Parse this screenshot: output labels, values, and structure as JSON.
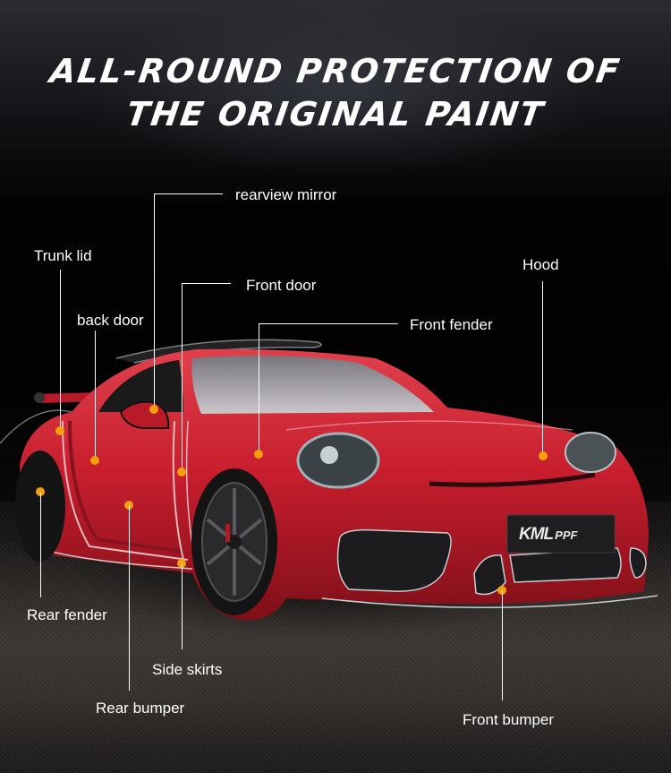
{
  "title": {
    "line1": "ALL-ROUND PROTECTION OF",
    "line2": "THE ORIGINAL PAINT"
  },
  "colors": {
    "dot": "#f5a00a",
    "car": "#c81e2e",
    "line": "#ffffff"
  },
  "plate": {
    "brand": "KML",
    "suffix": "PPF"
  },
  "labels": {
    "rearview_mirror": "rearview mirror",
    "trunk_lid": "Trunk lid",
    "back_door": "back door",
    "front_door": "Front door",
    "front_fender": "Front fender",
    "hood": "Hood",
    "rear_fender": "Rear fender",
    "rear_bumper": "Rear bumper",
    "side_skirts": "Side skirts",
    "front_bumper": "Front bumper"
  }
}
